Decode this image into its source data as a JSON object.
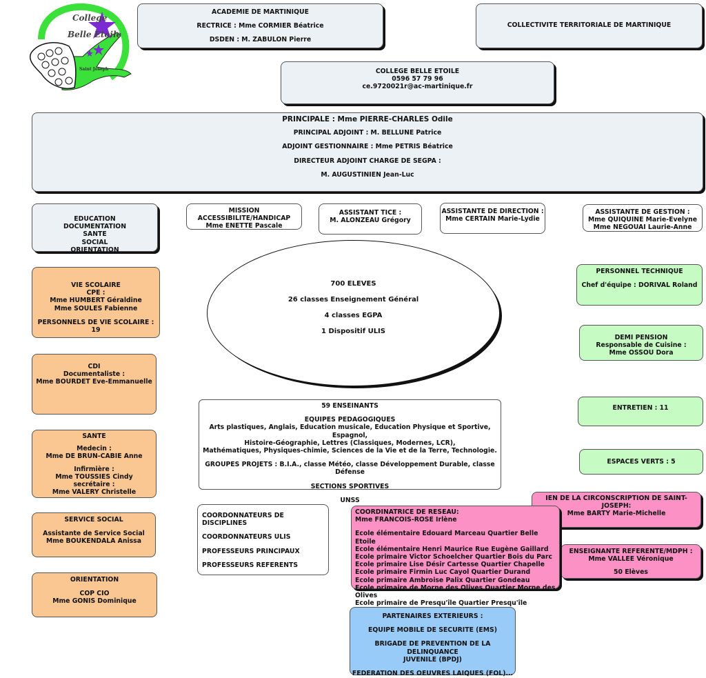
{
  "logo": {
    "line1": "College",
    "line2": "Belle Etoile",
    "line3": "Saint Joseph",
    "colors": {
      "green": "#3ce03a",
      "purple": "#7a2bd1"
    }
  },
  "academie": {
    "title": "ACADEMIE DE MARTINIQUE",
    "rectrice": "RECTRICE : Mme CORMIER Béatrice",
    "dsden": "DSDEN : M. ZABULON Pierre"
  },
  "collectivite": {
    "title": "COLLECTIVITE TERRITORIALE DE MARTINIQUE"
  },
  "college": {
    "name": "COLLEGE BELLE ETOILE",
    "phone": "0596 57 79 96",
    "email": "ce.9720021r@ac-martinique.fr"
  },
  "direction": {
    "principale": "PRINCIPALE : Mme PIERRE-CHARLES Odile",
    "adjoint": "PRINCIPAL ADJOINT : M. BELLUNE Patrice",
    "gestionnaire": "ADJOINT GESTIONNAIRE : Mme PETRIS Béatrice",
    "segpa_title": "DIRECTEUR ADJOINT CHARGE DE SEGPA :",
    "segpa_name": "M. AUGUSTINIEN Jean-Luc"
  },
  "education": {
    "lines": [
      "EDUCATION",
      "DOCUMENTATION",
      "SANTE",
      "SOCIAL",
      "ORIENTATION"
    ]
  },
  "mission": {
    "lines": [
      "MISSION",
      "ACCESSIBILITE/HANDICAP",
      "Mme ENETTE Pascale"
    ]
  },
  "tice": {
    "lines": [
      "ASSISTANT TICE :",
      "M. ALONZEAU Grégory"
    ]
  },
  "direction_assistant": {
    "lines": [
      "ASSISTANTE DE DIRECTION :",
      "Mme CERTAIN Marie-Lydie"
    ]
  },
  "gestion_assistant": {
    "lines": [
      "ASSISTANTE  DE GESTION :",
      "Mme QUIQUINE Marie-Evelyne",
      "Mme NEGOUAI Laurie-Anne"
    ]
  },
  "vie_scolaire": {
    "title": "VIE SCOLAIRE",
    "cpe": "CPE :",
    "names": [
      "Mme HUMBERT Géraldine",
      "Mme SOULES Fabienne"
    ],
    "personnels": "PERSONNELS  DE VIE SCOLAIRE : 19"
  },
  "cdi": {
    "title": "CDI",
    "role": "Documentaliste :",
    "name": "Mme BOURDET Eve-Emmanuelle"
  },
  "sante": {
    "title": "SANTE",
    "medecin_role": "Medecin :",
    "medecin_name": "Mme DE BRUN-CABIE Anne",
    "infirmiere_role": "Infirmière :",
    "infirmiere_name": "Mme TOUSSIES Cindy",
    "secretaire_role": "secrétaire :",
    "secretaire_name": "Mme VALERY Christelle"
  },
  "service_social": {
    "title": "SERVICE SOCIAL",
    "role": "Assistante de Service Social",
    "name": "Mme BOUKENDALA Anissa"
  },
  "orientation": {
    "title": "ORIENTATION",
    "role": "COP CIO",
    "name": "Mme GONIS Dominique"
  },
  "eleves": {
    "lines": [
      "700 ELEVES",
      "26 classes Enseignement Général",
      "4 classes EGPA",
      "1 Dispositif ULIS"
    ]
  },
  "enseignants": {
    "title": "59 ENSEINANTS",
    "equipes_title": "EQUIPES PEDAGOGIQUES",
    "equipes_lines": [
      "Arts plastiques, Anglais, Education musicale, Education Physique et Sportive, Espagnol,",
      "Histoire-Géographie, Lettres (Classiques, Modernes, LCR),",
      "Mathématiques, Physiques-chimie,  Sciences de la Vie et de la Terre, Technologie."
    ],
    "groupes": "GROUPES PROJETS : B.I.A., classe Météo, classe Développement Durable, classe Défense",
    "sections": "SECTIONS SPORTIVES",
    "unss": "UNSS"
  },
  "coordonnateurs": {
    "lines": [
      "COORDONNATEURS DE DISCIPLINES",
      "COORDONNATEURS ULIS",
      "PROFESSEURS PRINCIPAUX",
      "PROFESSEURS REFERENTS"
    ]
  },
  "personnel_technique": {
    "title": "PERSONNEL TECHNIQUE",
    "chef": "Chef d'équipe : DORIVAL Roland"
  },
  "demi_pension": {
    "lines": [
      "DEMI PENSION",
      "Responsable de  Cuisine :",
      "Mme OSSOU Dora"
    ]
  },
  "entretien": {
    "label": "ENTRETIEN : 11"
  },
  "espaces_verts": {
    "label": "ESPACES VERTS : 5"
  },
  "ien": {
    "title": "IEN DE LA CIRCONSCRIPTION DE SAINT-JOSEPH:",
    "name": "Mme BARTY Marie-Michelle"
  },
  "reseau": {
    "title": "COORDINATRICE DE RESEAU:",
    "name": "Mme FRANCOIS-ROSE Irlène",
    "ecoles": [
      "Ecole élémentaire Edouard Marceau Quartier Belle Etoile",
      "Ecole élémentaire Henri Maurice Rue Eugène Gaillard",
      "Ecole primaire Victor Schoelcher Quartier Bois du Parc",
      "Ecole primaire Lise Désir Cartesse Quartier Chapelle",
      "Ecole primaire Firmin Luc Cayol Quartier Durand",
      "Ecole primaire Ambroise Palix Quartier Gondeau",
      "Ecole primaire de Morne des Olives Quartier Morne des Olives",
      "Ecole primaire de Presqu'île Quartier Presqu'île"
    ]
  },
  "referente": {
    "title": "ENSEIGNANTE REFERENTE/MDPH :",
    "name": "Mme VALLEE Véronique",
    "eleves": "50 Elèves"
  },
  "partenaires": {
    "title": "PARTENAIRES EXTERIEURS :",
    "items": [
      "EQUIPE MOBILE DE SECURITE (EMS)",
      "BRIGADE DE PREVENTION DE LA DELINQUANCE",
      "JUVENILE (BPDJ)",
      "FEDERATION DES OEUVRES LAIQUES (FOL)..."
    ]
  }
}
